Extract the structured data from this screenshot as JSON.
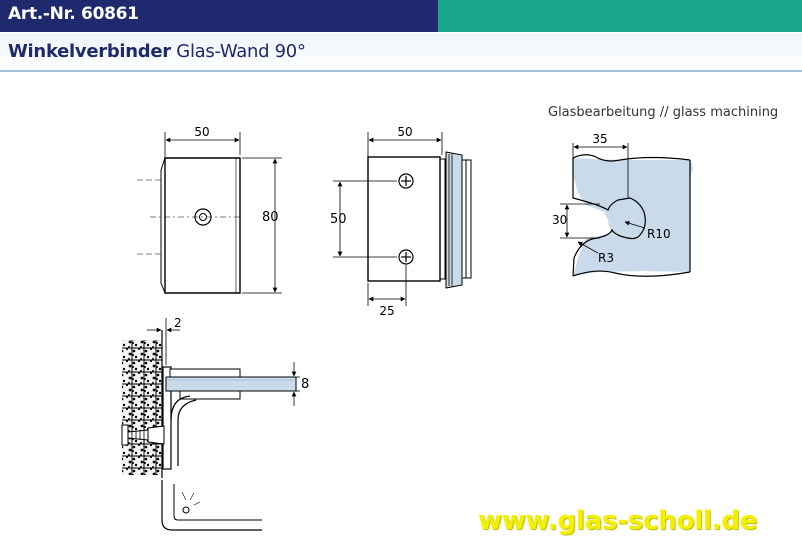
{
  "header": {
    "article_number": "Art.-Nr. 60861",
    "colors": {
      "navy": "#1f2a6e",
      "teal": "#18a58c",
      "accent_blue": "#9fc1dc",
      "glass": "#c9dbea"
    }
  },
  "title": {
    "strong": "Winkelverbinder",
    "rest": "Glas-Wand 90°"
  },
  "drawing": {
    "machining_label": "Glasbearbeitung // glass machining",
    "front_view": {
      "width": "50",
      "height": "80"
    },
    "side_view": {
      "width": "50",
      "hole_spacing": "50",
      "hole_offset": "25"
    },
    "section_view": {
      "gap": "2",
      "glass_thickness": "8"
    },
    "machining": {
      "depth": "35",
      "height": "30",
      "radius_large": "R10",
      "radius_small": "R3"
    }
  },
  "watermark": "www.glas-scholl.de"
}
